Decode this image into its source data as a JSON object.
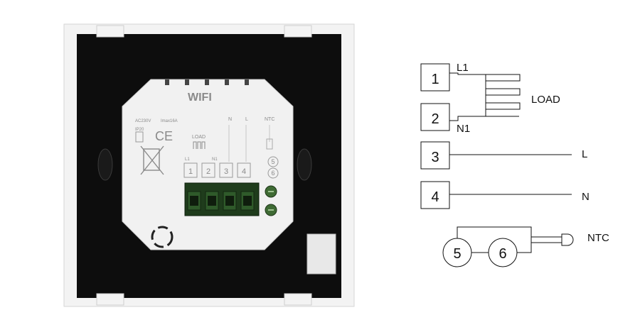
{
  "device_photo": {
    "wifi_label": "WIFI",
    "rating_text": "AC230V",
    "current_text": "Imax16A",
    "ip_text": "IP20",
    "ce_mark": "CE",
    "load_label": "LOAD",
    "terminal_header_n": "N",
    "terminal_header_l": "L",
    "terminal_header_ntc": "NTC",
    "terminal_label_l1": "L1",
    "terminal_label_n1": "N1",
    "terminals": [
      "1",
      "2",
      "3",
      "4"
    ],
    "ntc_terminals": [
      "5",
      "6"
    ],
    "icons": [
      "weee-bin-icon",
      "ce-mark-icon",
      "ip20-box-icon",
      "load-symbol-icon",
      "screw-terminal-icon",
      "vent-circle-icon"
    ]
  },
  "wiring": {
    "terminals": [
      {
        "number": "1",
        "tag": "L1"
      },
      {
        "number": "2",
        "tag": "N1"
      },
      {
        "number": "3",
        "tag": "L"
      },
      {
        "number": "4",
        "tag": "N"
      }
    ],
    "load_label": "LOAD",
    "ntc_terminals": [
      "5",
      "6"
    ],
    "ntc_label": "NTC"
  },
  "colors": {
    "plate_white": "#f2f2f2",
    "plate_black": "#0d0d0d",
    "terminal_green": "#2f5a2a",
    "line_color": "#111111"
  }
}
